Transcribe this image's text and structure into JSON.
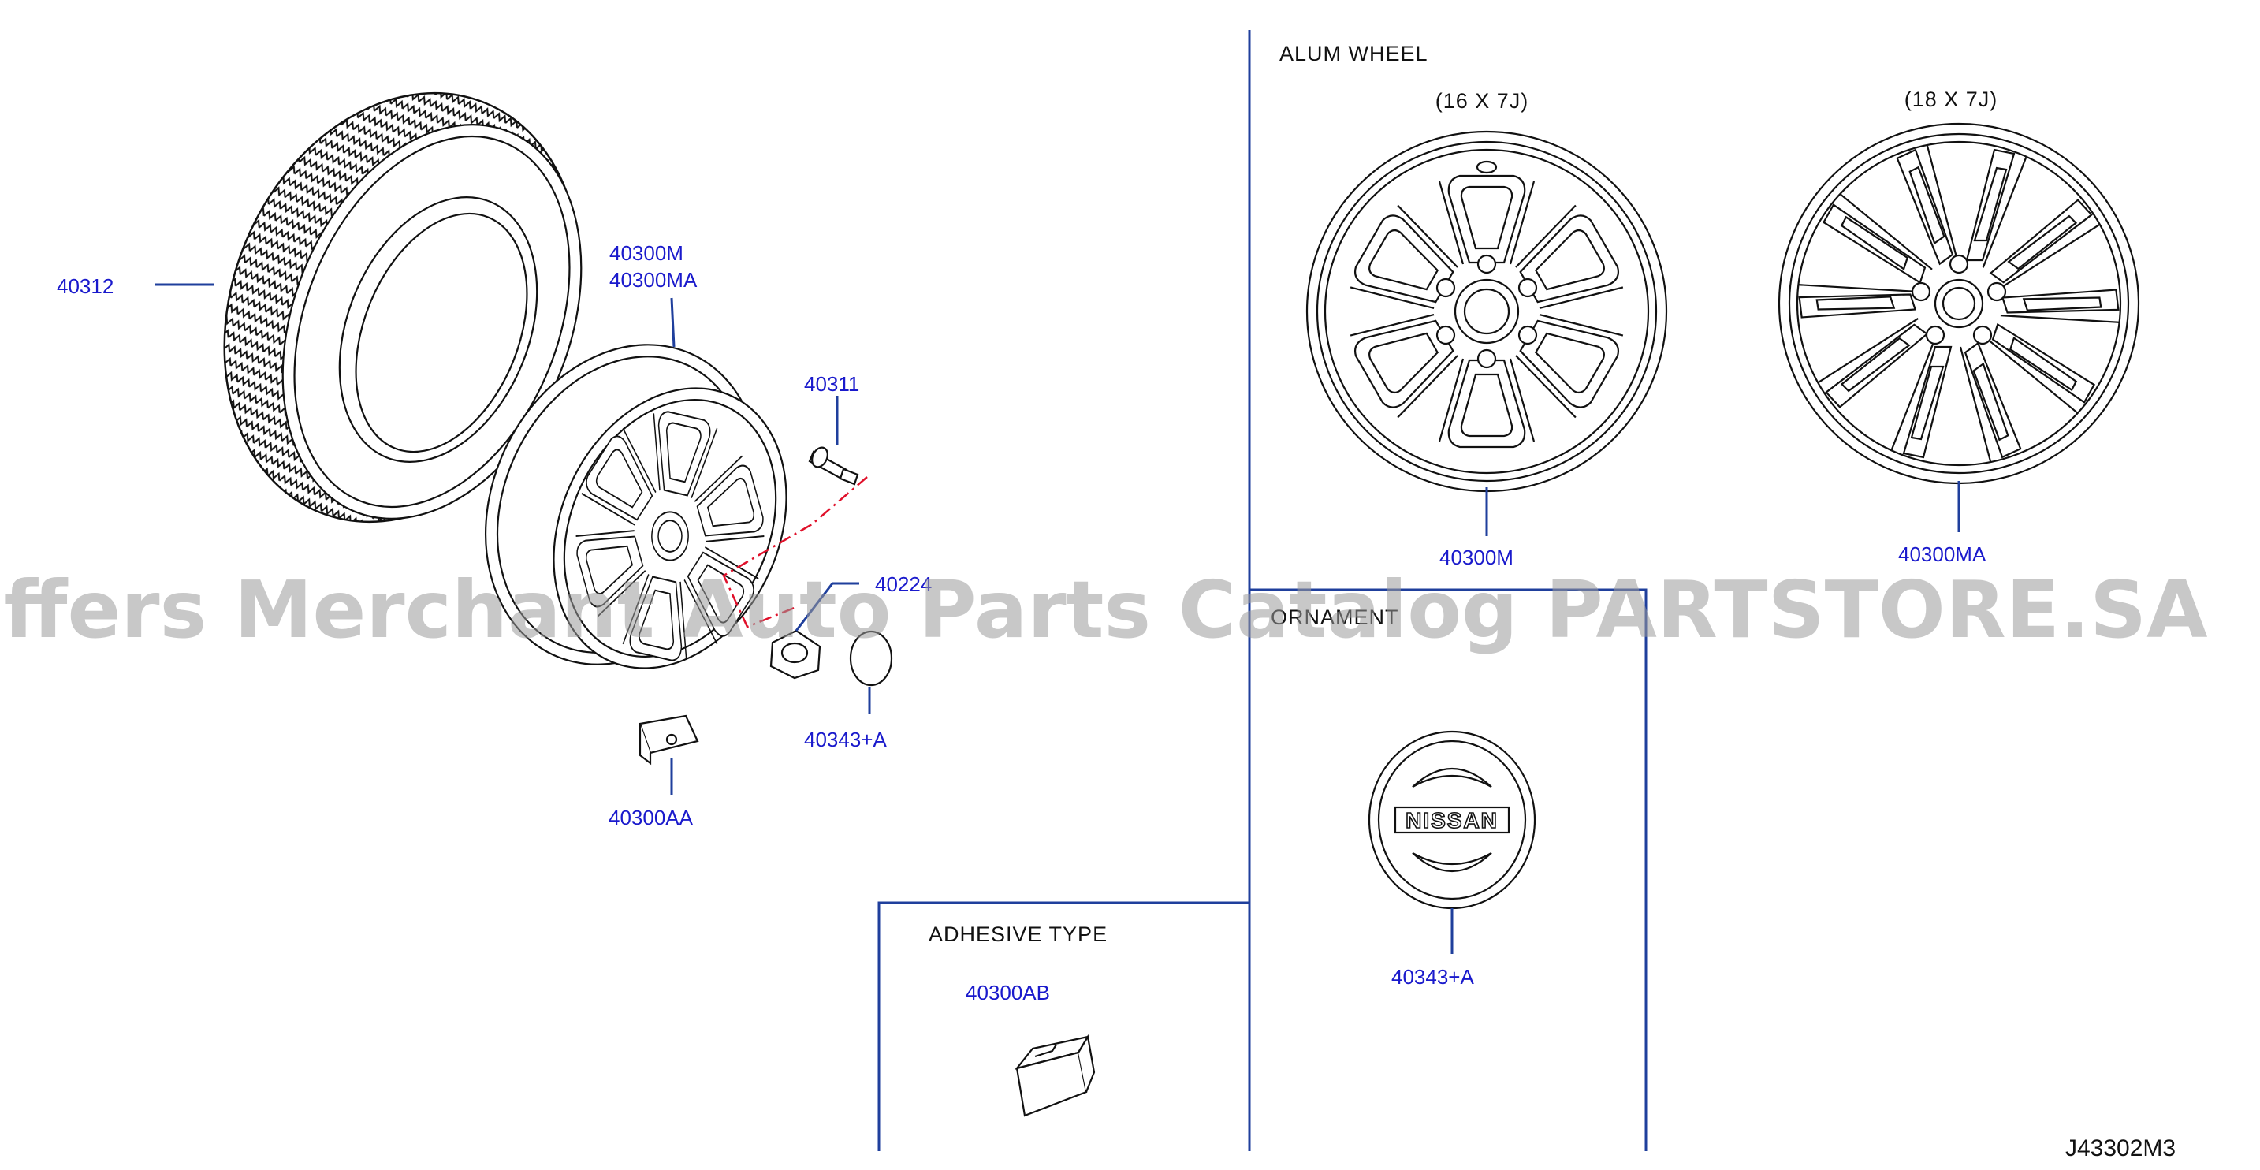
{
  "sections": {
    "alum_wheel": "ALUM   WHEEL",
    "size_16": "(16   X   7J)",
    "size_18": "(18   X   7J)",
    "ornament": "ORNAMENT",
    "adhesive_type": "ADHESIVE   TYPE"
  },
  "callouts": {
    "tire": "40312",
    "wheel_m": "40300M",
    "wheel_ma": "40300MA",
    "valve": "40311",
    "nut": "40224",
    "cap": "40343+A",
    "weight_aa": "40300AA",
    "wheel_16_label": "40300M",
    "wheel_18_label": "40300MA",
    "ornament_label": "40343+A",
    "weight_ab": "40300AB"
  },
  "logo_text": "NISSAN",
  "diagram_code": "J43302M3",
  "watermark": "Offers Merchant Auto Parts Catalog PARTSTORE.SA"
}
